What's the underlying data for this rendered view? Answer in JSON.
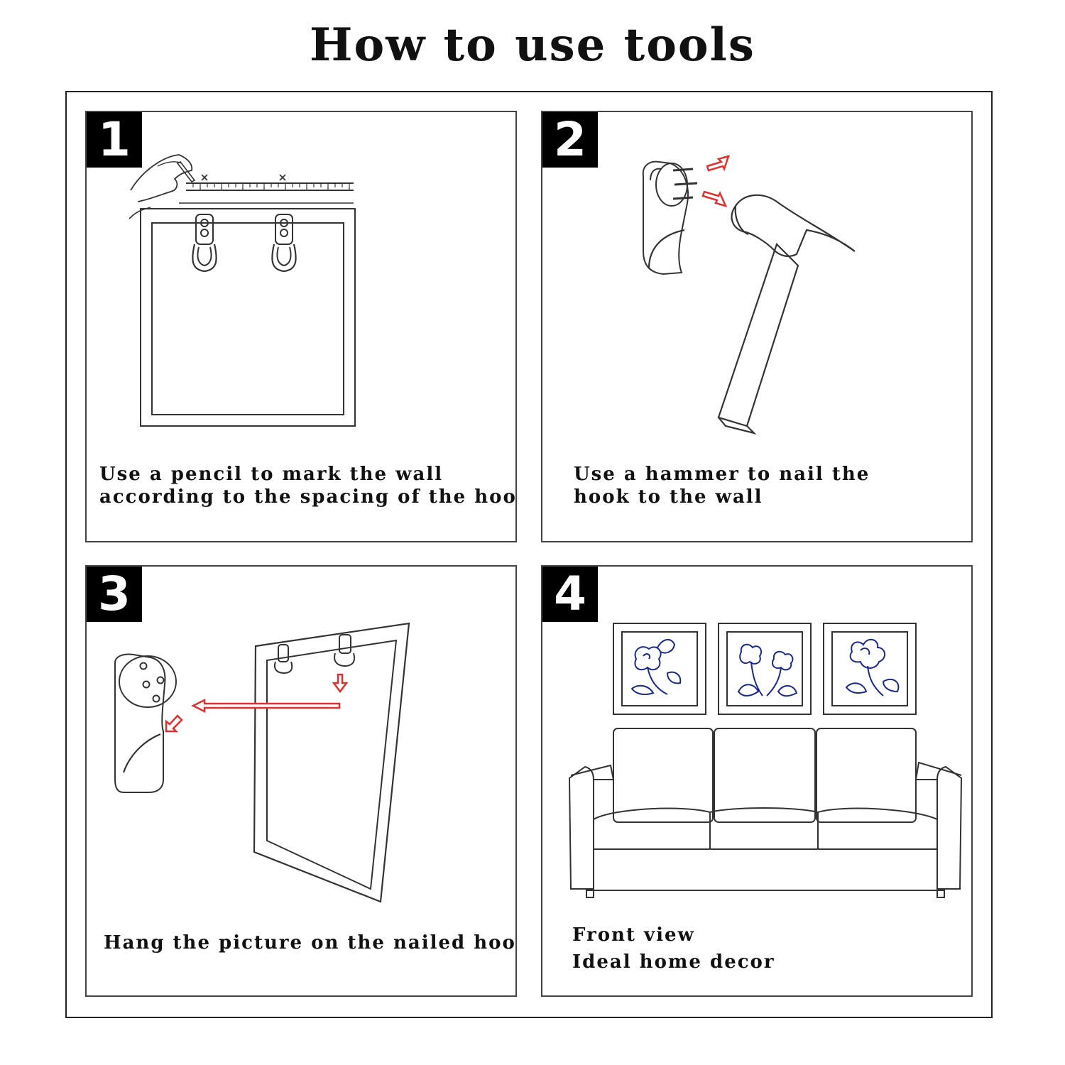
{
  "title": "How to use tools",
  "steps": [
    {
      "number": "1",
      "caption_line1": "Use a pencil to mark the wall",
      "caption_line2": "according to the spacing of the hooks"
    },
    {
      "number": "2",
      "caption_line1": "Use a hammer to nail the",
      "caption_line2": "hook to the wall"
    },
    {
      "number": "3",
      "caption_line1": "Hang the picture on the nailed hook"
    },
    {
      "number": "4",
      "caption_line1": "Front view",
      "caption_line2": "Ideal home decor"
    }
  ],
  "colors": {
    "arrow": "#e03030",
    "flower": "#1c2a8a",
    "line": "#333333"
  }
}
